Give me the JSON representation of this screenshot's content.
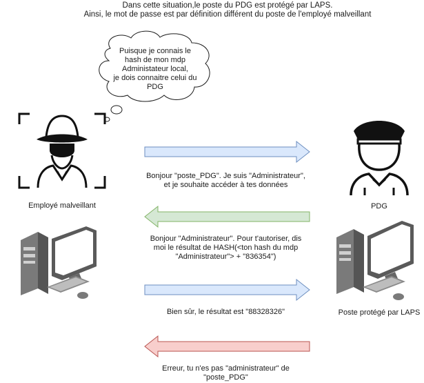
{
  "header": {
    "line1": "Dans cette situation,le poste du PDG est protégé par LAPS.",
    "line2": "Ainsi, le mot de passe est par définition différent du poste de l'employé malveillant"
  },
  "thought": {
    "lines": [
      "Puisque je connais le",
      "hash de mon mdp",
      "Administateur local,",
      "je dois connaitre celui du",
      "PDG"
    ]
  },
  "actors": {
    "attacker_label": "Employé malveillant",
    "ceo_label": "PDG",
    "protected_pc_label": "Poste protégé par LAPS"
  },
  "messages": [
    {
      "direction": "right",
      "color": "#dae8fc",
      "stroke": "#6c8ebf",
      "lines": [
        "Bonjour  \"poste_PDG\". Je suis \"Administrateur\",",
        "et je souhaite accéder à tes données"
      ]
    },
    {
      "direction": "left",
      "color": "#d5e8d4",
      "stroke": "#82b366",
      "lines": [
        "Bonjour  \"Administrateur\". Pour t'autoriser, dis",
        "moi le résultat de HASH(<ton hash du mdp",
        "\"Administrateur\"> + \"836354\")"
      ]
    },
    {
      "direction": "right",
      "color": "#dae8fc",
      "stroke": "#6c8ebf",
      "lines": [
        "Bien sûr, le résultat est \"88328326\""
      ]
    },
    {
      "direction": "left",
      "color": "#f8cecc",
      "stroke": "#b85450",
      "lines": [
        "Erreur, tu n'es pas \"administrateur\" de",
        "\"poste_PDG\""
      ]
    }
  ]
}
